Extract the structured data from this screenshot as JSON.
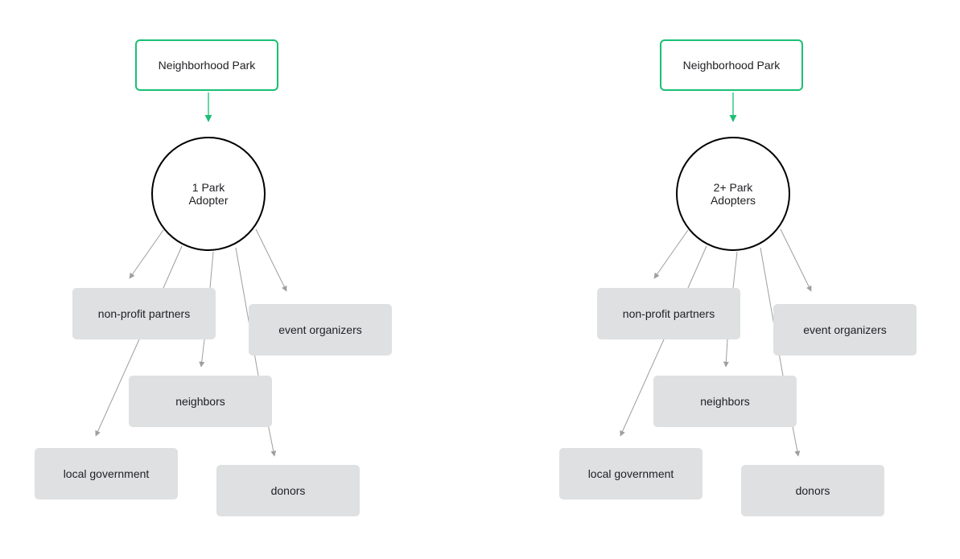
{
  "diagrams": [
    {
      "root": "Neighborhood Park",
      "adopter": "1 Park Adopter",
      "stakeholders": {
        "nonprofit": "non-profit partners",
        "events": "event organizers",
        "neighbors": "neighbors",
        "localgov": "local government",
        "donors": "donors"
      }
    },
    {
      "root": "Neighborhood Park",
      "adopter": "2+ Park Adopters",
      "stakeholders": {
        "nonprofit": "non-profit partners",
        "events": "event organizers",
        "neighbors": "neighbors",
        "localgov": "local government",
        "donors": "donors"
      }
    }
  ],
  "colors": {
    "root_border": "#1bbf74",
    "root_arrow": "#1bbf74",
    "adopter_border": "#000000",
    "stakeholder_fill": "#dfe0e2",
    "edge": "#9e9e9e"
  }
}
